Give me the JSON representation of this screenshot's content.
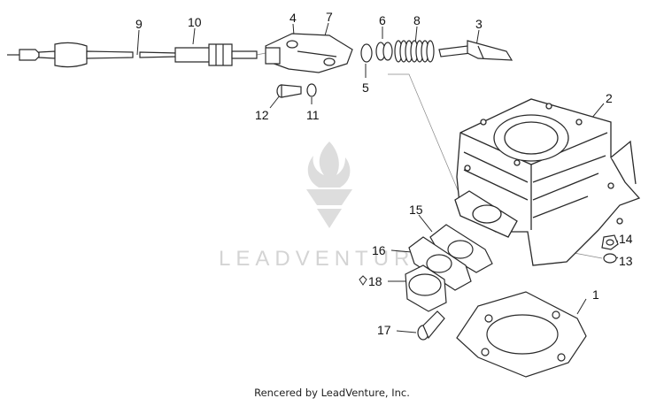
{
  "callouts": [
    "1",
    "2",
    "3",
    "4",
    "5",
    "6",
    "7",
    "8",
    "9",
    "10",
    "11",
    "12",
    "13",
    "14",
    "15",
    "16",
    "17",
    "18"
  ],
  "watermark": {
    "brand": "LEADVENTURE",
    "icon": "flame-v-logo-icon"
  },
  "footer": {
    "credit": "Rencered by LeadVenture, Inc."
  },
  "colors": {
    "line": "#2a2a2a",
    "watermark": "#d4d4d4"
  }
}
